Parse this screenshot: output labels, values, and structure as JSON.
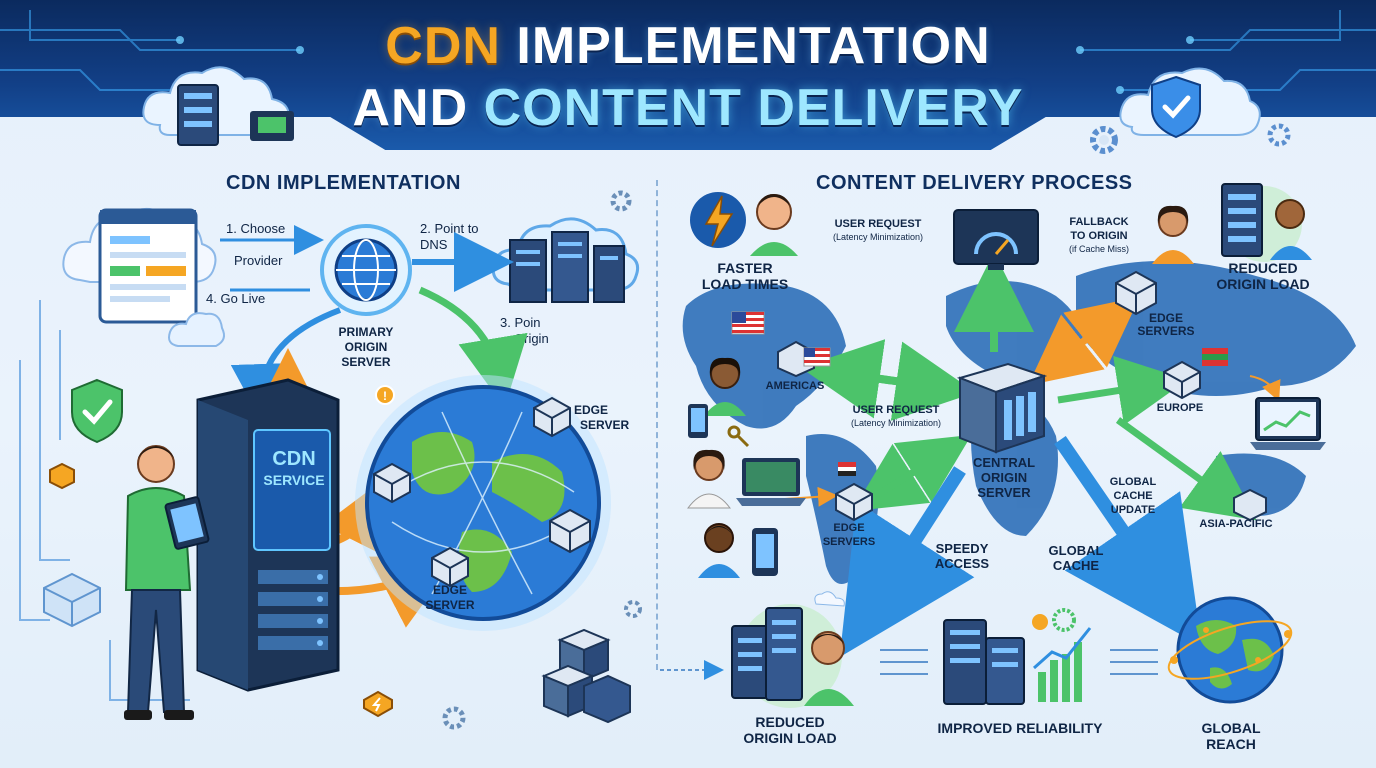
{
  "title": {
    "line1_accent": "CDN",
    "line1_rest": "IMPLEMENTATION",
    "line2_part1": "AND",
    "line2_part2": "CONTENT DELIVERY"
  },
  "left_section": {
    "title": "CDN IMPLEMENTATION",
    "steps": {
      "choose": "1. Choose",
      "provider": "Provider",
      "go_live": "4. Go Live",
      "point_dns_1": "2. Point to",
      "point_dns_2": "DNS",
      "point_origin_1": "3. Poin",
      "point_origin_2": "Origin"
    },
    "labels": {
      "primary_origin_1": "PRIMARY",
      "primary_origin_2": "ORIGIN",
      "primary_origin_3": "SERVER",
      "edge_server_a_1": "EDGE",
      "edge_server_a_2": "SERVER",
      "edge_server_b_1": "EDGE",
      "edge_server_b_2": "SERVER",
      "cdn_service_1": "CDN",
      "cdn_service_2": "SERVICE"
    }
  },
  "right_section": {
    "title": "CONTENT DELIVERY PROCESS",
    "labels": {
      "faster_1": "FASTER",
      "faster_2": "LOAD TIMES",
      "user_request_top": "USER REQUEST",
      "latency_top": "(Latency Minimization)",
      "fallback_1": "FALLBACK",
      "fallback_2": "TO ORIGIN",
      "fallback_3": "(if Cache Miss)",
      "reduced_top_1": "REDUCED",
      "reduced_top_2": "ORIGIN LOAD",
      "edge_servers_top_1": "EDGE",
      "edge_servers_top_2": "SERVERS",
      "americas": "AMERICAS",
      "user_request_mid": "USER REQUEST",
      "latency_mid": "(Latency Minimization)",
      "europe": "EUROPE",
      "central_1": "CENTRAL",
      "central_2": "ORIGIN",
      "central_3": "SERVER",
      "global_cache_update_1": "GLOBAL",
      "global_cache_update_2": "CACHE",
      "global_cache_update_3": "UPDATE",
      "asia_pacific": "ASIA-PACIFIC",
      "edge_servers_bot_1": "EDGE",
      "edge_servers_bot_2": "SERVERS",
      "speedy_1": "SPEEDY",
      "speedy_2": "ACCESS",
      "global_cache_1": "GLOBAL",
      "global_cache_2": "CACHE",
      "reduced_bot_1": "REDUCED",
      "reduced_bot_2": "ORIGIN LOAD",
      "improved": "IMPROVED RELIABILITY",
      "global_reach": "GLOBAL REACH"
    }
  },
  "colors": {
    "banner_dark": "#0b2a5e",
    "accent_orange": "#f5a623",
    "accent_cyan": "#9ee7ff",
    "arrow_blue": "#2f8fe0",
    "arrow_green": "#4cc36a",
    "arrow_orange": "#f39a2b",
    "server_dark": "#1d3557",
    "globe_blue": "#2b7bd6",
    "land_green": "#6cc04a"
  }
}
